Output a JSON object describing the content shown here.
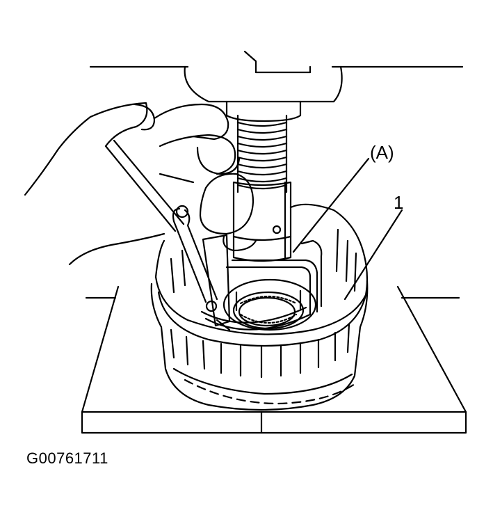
{
  "diagram": {
    "callouts": [
      {
        "id": "A",
        "text": "(A)"
      },
      {
        "id": "1",
        "text": "1"
      }
    ],
    "figure_code": "G00761711"
  },
  "colors": {
    "line": "#000000",
    "background": "#ffffff"
  }
}
